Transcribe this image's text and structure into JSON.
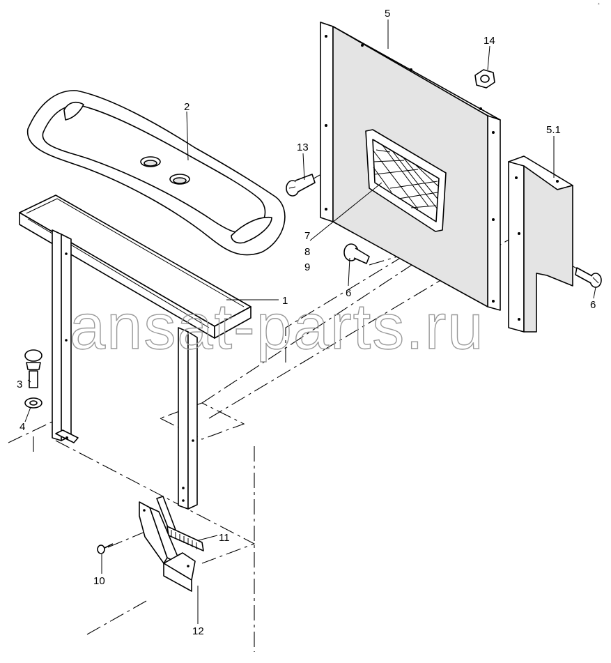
{
  "callouts": {
    "c1": "1",
    "c2": "2",
    "c3": "3",
    "c4": "4",
    "c5": "5",
    "c5_1": "5.1",
    "c6a": "6",
    "c6b": "6",
    "c7": "7",
    "c8": "8",
    "c9": "9",
    "c10": "10",
    "c11": "11",
    "c12": "12",
    "c13": "13",
    "c14": "14"
  },
  "watermark": "ansat-parts.ru",
  "corner_mark": "*"
}
